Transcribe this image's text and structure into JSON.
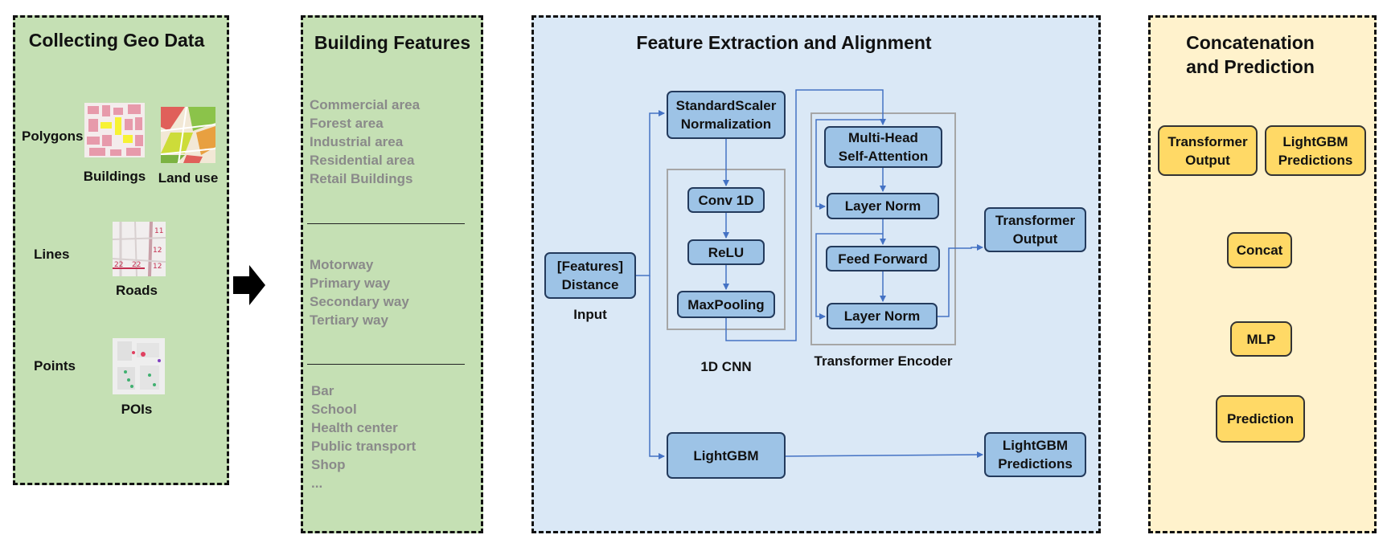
{
  "panel1": {
    "title": "Collecting Geo Data",
    "rows": [
      {
        "label": "Polygons",
        "items": [
          "Buildings",
          "Land use"
        ]
      },
      {
        "label": "Lines",
        "items": [
          "Roads"
        ]
      },
      {
        "label": "Points",
        "items": [
          "POIs"
        ]
      }
    ]
  },
  "panel2": {
    "title": "Building Features",
    "group1": [
      "Commercial area",
      "Forest area",
      "Industrial area",
      "Residential area",
      "Retail Buildings"
    ],
    "group2": [
      "Motorway",
      "Primary way",
      "Secondary way",
      "Tertiary way"
    ],
    "group3": [
      "Bar",
      "School",
      "Health center",
      "Public transport",
      "Shop",
      "..."
    ]
  },
  "panel3": {
    "title": "Feature Extraction and Alignment",
    "input_box": [
      "[Features]",
      "Distance"
    ],
    "input_label": "Input",
    "scaler": [
      "StandardScaler",
      "Normalization"
    ],
    "cnn": [
      "Conv 1D",
      "ReLU",
      "MaxPooling"
    ],
    "cnn_label": "1D CNN",
    "encoder": {
      "attention": [
        "Multi-Head",
        "Self-Attention"
      ],
      "norm1": "Layer Norm",
      "ff": "Feed Forward",
      "norm2": "Layer Norm"
    },
    "encoder_label": "Transformer Encoder",
    "transformer_output": [
      "Transformer",
      "Output"
    ],
    "lightgbm": "LightGBM",
    "lightgbm_predictions": [
      "LightGBM",
      "Predictions"
    ]
  },
  "panel4": {
    "title": [
      "Concatenation",
      "and Prediction"
    ],
    "transformer_output": [
      "Transformer",
      "Output"
    ],
    "lightgbm_predictions": [
      "LightGBM",
      "Predictions"
    ],
    "concat": "Concat",
    "mlp": "MLP",
    "prediction": "Prediction"
  },
  "colors": {
    "panel_green": "#c5e0b4",
    "panel_blue": "#dae8f6",
    "panel_yellow": "#fff2cc",
    "box_blue": "#9dc3e6",
    "box_yellow": "#ffd966",
    "arrow_blue": "#4472c4",
    "arrow_yellow": "#ffc000"
  }
}
